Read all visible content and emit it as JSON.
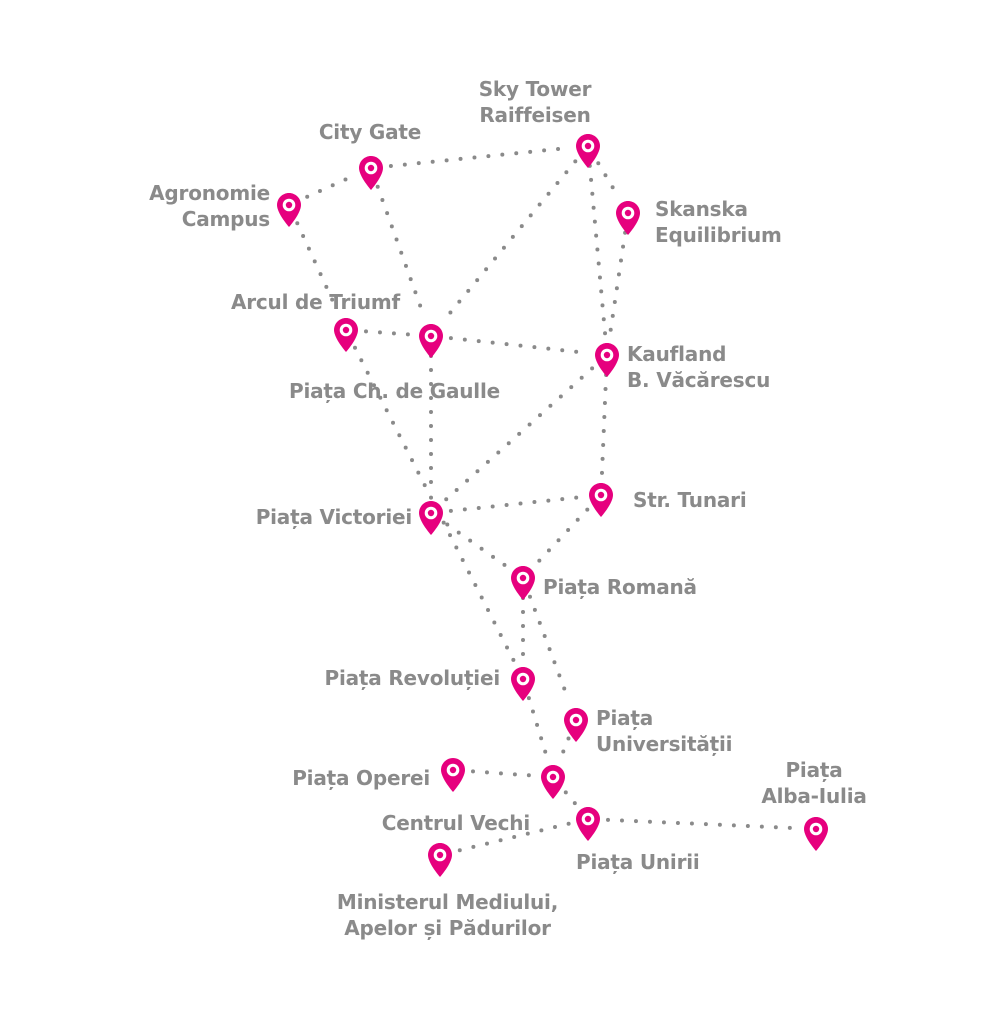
{
  "colors": {
    "pin": "#e6007e",
    "text": "#8a8a8a",
    "dots": "#8a8a8a"
  },
  "locations": {
    "sky_tower": {
      "lines": [
        "Sky Tower",
        "Raiffeisen"
      ],
      "icon": "map-pin-icon"
    },
    "city_gate": {
      "lines": [
        "City Gate"
      ],
      "icon": "map-pin-icon"
    },
    "agronomie": {
      "lines": [
        "Agronomie",
        "Campus"
      ],
      "icon": "map-pin-icon"
    },
    "skanska": {
      "lines": [
        "Skanska",
        "Equilibrium"
      ],
      "icon": "map-pin-icon"
    },
    "arcul": {
      "lines": [
        "Arcul de Triumf"
      ],
      "icon": "map-pin-icon"
    },
    "gaulle": {
      "lines": [
        "Piața Ch. de Gaulle"
      ],
      "icon": "map-pin-icon"
    },
    "kaufland": {
      "lines": [
        "Kaufland",
        "B. Văcărescu"
      ],
      "icon": "map-pin-icon"
    },
    "tunari": {
      "lines": [
        "Str. Tunari"
      ],
      "icon": "map-pin-icon"
    },
    "victoriei": {
      "lines": [
        "Piața Victoriei"
      ],
      "icon": "map-pin-icon"
    },
    "romana": {
      "lines": [
        "Piața Romană"
      ],
      "icon": "map-pin-icon"
    },
    "revolutiei": {
      "lines": [
        "Piața Revoluției"
      ],
      "icon": "map-pin-icon"
    },
    "universitatii": {
      "lines": [
        "Piața",
        "Universității"
      ],
      "icon": "map-pin-icon"
    },
    "operei": {
      "lines": [
        "Piața Operei"
      ],
      "icon": "map-pin-icon"
    },
    "centrul": {
      "lines": [
        "Centrul Vechi"
      ],
      "icon": "map-pin-icon"
    },
    "unirii": {
      "lines": [
        "Piața Unirii"
      ],
      "icon": "map-pin-icon"
    },
    "alba": {
      "lines": [
        "Piața",
        "Alba-Iulia"
      ],
      "icon": "map-pin-icon"
    },
    "ministerul": {
      "lines": [
        "Ministerul Mediului,",
        "Apelor și Pădurilor"
      ],
      "icon": "map-pin-icon"
    }
  },
  "connections": [
    [
      "agronomie",
      "city_gate"
    ],
    [
      "city_gate",
      "sky_tower"
    ],
    [
      "sky_tower",
      "skanska"
    ],
    [
      "sky_tower",
      "kaufland"
    ],
    [
      "sky_tower",
      "gaulle"
    ],
    [
      "city_gate",
      "gaulle"
    ],
    [
      "agronomie",
      "arcul"
    ],
    [
      "arcul",
      "gaulle"
    ],
    [
      "gaulle",
      "kaufland"
    ],
    [
      "skanska",
      "kaufland"
    ],
    [
      "kaufland",
      "tunari"
    ],
    [
      "kaufland",
      "victoriei"
    ],
    [
      "gaulle",
      "victoriei"
    ],
    [
      "victoriei",
      "tunari"
    ],
    [
      "arcul",
      "revolutiei"
    ],
    [
      "victoriei",
      "romana"
    ],
    [
      "tunari",
      "romana"
    ],
    [
      "romana",
      "revolutiei"
    ],
    [
      "romana",
      "universitatii"
    ],
    [
      "revolutiei",
      "centrul"
    ],
    [
      "universitatii",
      "centrul"
    ],
    [
      "operei",
      "centrul"
    ],
    [
      "centrul",
      "unirii"
    ],
    [
      "unirii",
      "alba"
    ],
    [
      "unirii",
      "ministerul"
    ]
  ]
}
